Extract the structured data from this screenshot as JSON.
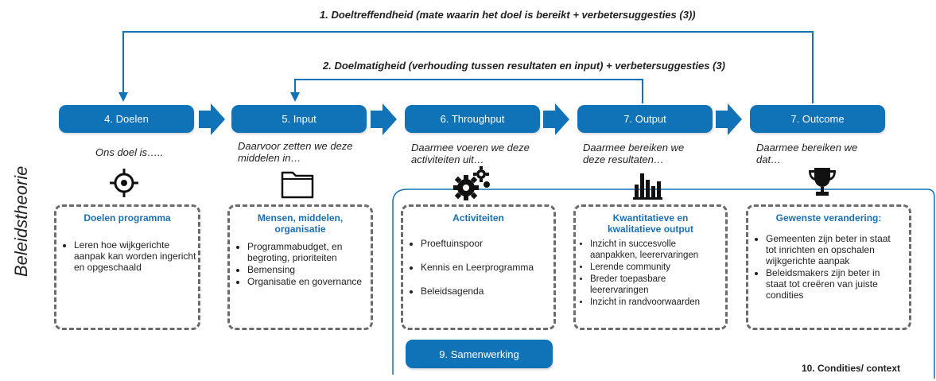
{
  "header": {
    "feedback1": "1. Doeltreffendheid (mate waarin het doel is bereikt + verbetersuggesties (3))",
    "feedback2": "2. Doelmatigheid (verhouding tussen resultaten en input) + verbetersuggesties (3)"
  },
  "side_title": "Beleidstheorie",
  "stages": [
    {
      "label": "4. Doelen",
      "tagline": "Ons doel is…..",
      "icon": "crosshair-target-icon"
    },
    {
      "label": "5. Input",
      "tagline": "Daarvoor zetten we deze middelen in…",
      "icon": "folder-icon"
    },
    {
      "label": "6. Throughput",
      "tagline": "Daarmee voeren we deze activiteiten uit…",
      "icon": "gears-icon"
    },
    {
      "label": "7. Output",
      "tagline": "Daarmee bereiken we deze resultaten…",
      "icon": "bar-chart-icon"
    },
    {
      "label": "7. Outcome",
      "tagline": "Daarmee bereiken we dat…",
      "icon": "trophy-icon"
    }
  ],
  "boxes": [
    {
      "title": "Doelen programma",
      "items": [
        "Leren hoe wijkgerichte aanpak kan worden ingericht en opgeschaald"
      ]
    },
    {
      "title": "Mensen, middelen, organisatie",
      "items": [
        "Programmabudget, en begroting, prioriteiten",
        "Bemensing",
        "Organisatie en governance"
      ]
    },
    {
      "title": "Activiteiten",
      "items": [
        "Proeftuinspoor",
        "Kennis en Leerprogramma",
        "Beleidsagenda"
      ]
    },
    {
      "title": "Kwantitatieve en kwalitatieve output",
      "items": [
        "Inzicht in succesvolle aanpakken, leerervaringen",
        "Lerende community",
        "Breder toepasbare leerervaringen",
        "Inzicht in randvoorwaarden"
      ]
    },
    {
      "title": "Gewenste verandering:",
      "items": [
        "Gemeenten zijn beter in staat tot inrichten en opschalen wijkgerichte aanpak",
        "Beleidsmakers zijn beter in staat tot creëren van juiste condities"
      ]
    }
  ],
  "cooperation": "9. Samenwerking",
  "context": "10. Condities/ context",
  "colors": {
    "accent": "#1173b7",
    "dash_border": "#6b6b6b",
    "title_blue": "#1b6fb5"
  }
}
